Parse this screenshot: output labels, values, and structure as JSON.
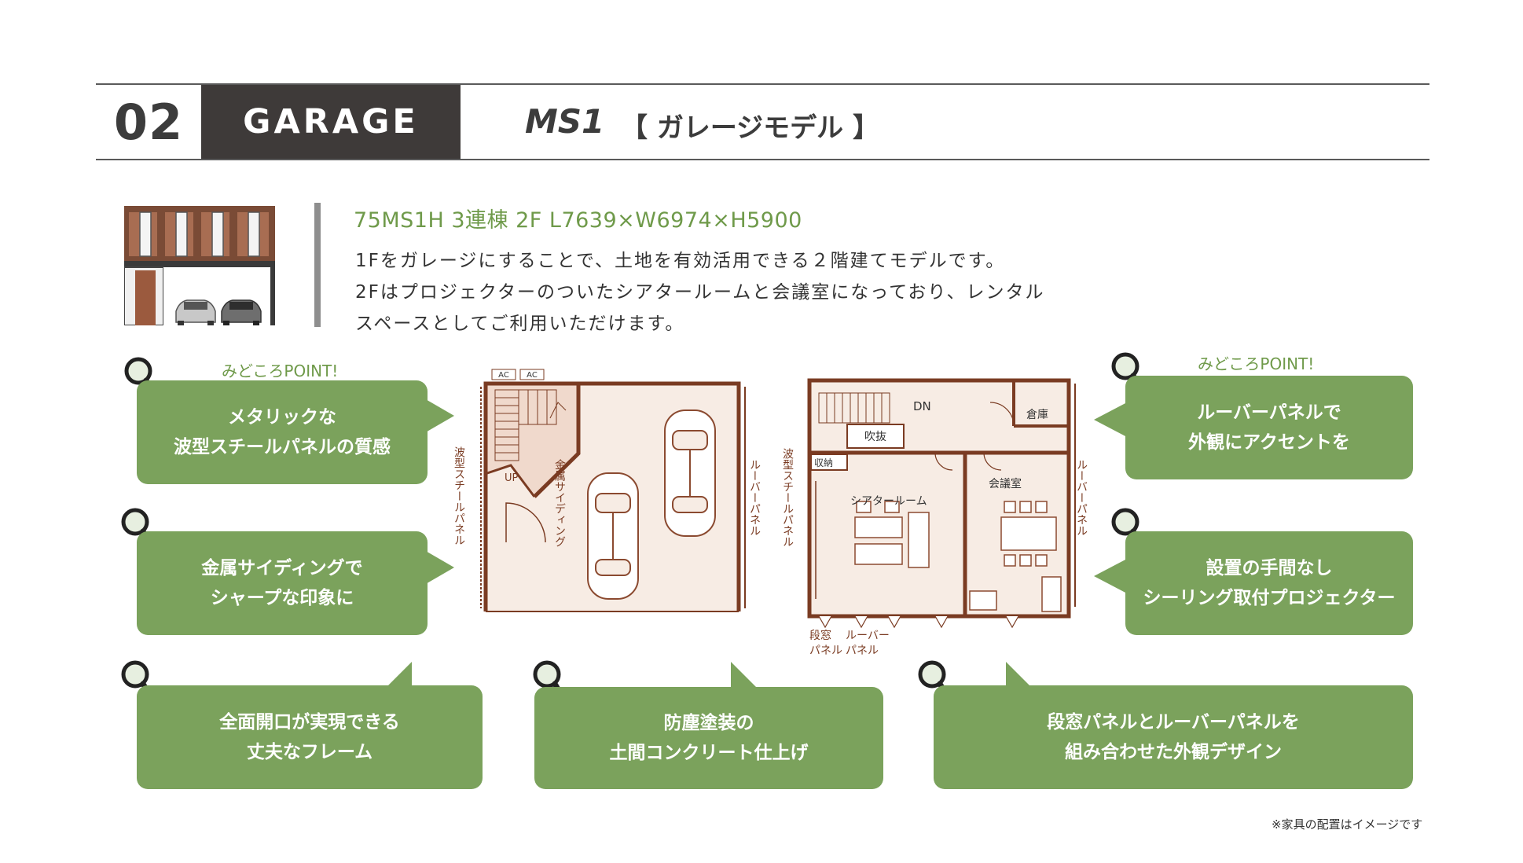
{
  "header": {
    "number": "02",
    "category": "GARAGE",
    "model": "MS1",
    "model_type": "【 ガレージモデル 】"
  },
  "intro": {
    "spec": "75MS1H 3連棟 2F L7639×W6974×H5900",
    "description_lines": [
      "1Fをガレージにすることで、土地を有効活用できる２階建てモデルです。",
      "2Fはプロジェクターのついたシアタールームと会議室になっており、レンタル",
      "スペースとしてご利用いただけます。"
    ]
  },
  "points": {
    "label_left": "みどころPOINT!",
    "label_right": "みどころPOINT!",
    "left_top": [
      "メタリックな",
      "波型スチールパネルの質感"
    ],
    "left_mid": [
      "金属サイディングで",
      "シャープな印象に"
    ],
    "left_bottom": [
      "全面開口が実現できる",
      "丈夫なフレーム"
    ],
    "center_bottom": [
      "防塵塗装の",
      "土間コンクリート仕上げ"
    ],
    "right_top": [
      "ルーバーパネルで",
      "外観にアクセントを"
    ],
    "right_mid": [
      "設置の手間なし",
      "シーリング取付プロジェクター"
    ],
    "right_bottom": [
      "段窓パネルとルーバーパネルを",
      "組み合わせた外観デザイン"
    ]
  },
  "floor1": {
    "ac1": "AC",
    "ac2": "AC",
    "up": "UP",
    "wall_left": "波型スチールパネル",
    "wall_siding": "金属サイディング",
    "wall_right": "ルーバーパネル"
  },
  "floor2": {
    "dn": "DN",
    "storage": "倉庫",
    "atrium": "吹抜",
    "closet": "収納",
    "theater": "シアタールーム",
    "meeting": "会議室",
    "wall_left": "波型スチールパネル",
    "wall_right": "ルーバーパネル",
    "bottom_label1_l1": "段窓",
    "bottom_label1_l2": "パネル",
    "bottom_label2_l1": "ルーバー",
    "bottom_label2_l2": "パネル"
  },
  "note": "※家具の配置はイメージです",
  "colors": {
    "accent_green": "#7ba25c",
    "label_green": "#6f9a4a",
    "dark": "#3e3a39",
    "wall_brown": "#7a3b22",
    "floor_fill": "#f7ece4"
  }
}
